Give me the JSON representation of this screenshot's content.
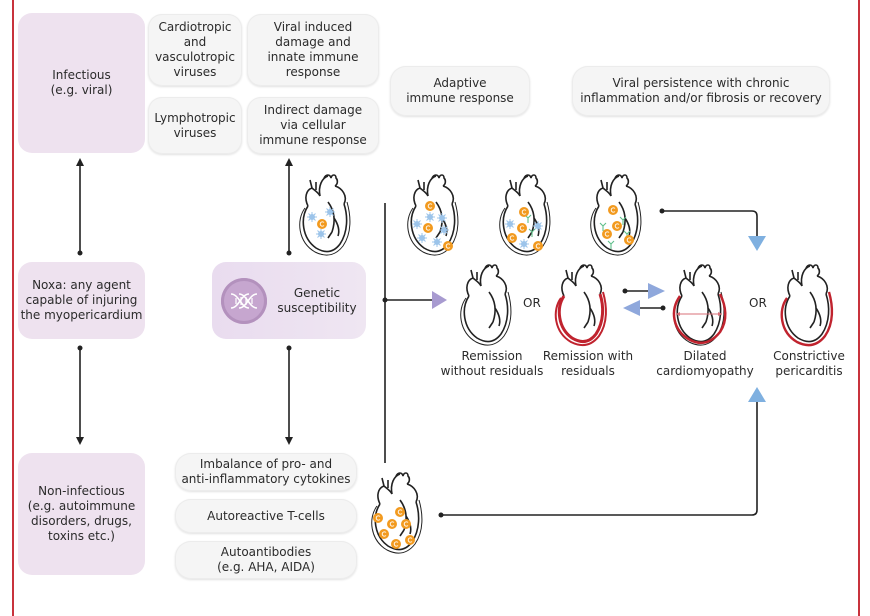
{
  "diagram": {
    "left_column": {
      "infectious": {
        "line1": "Infectious",
        "line2": "(e.g. viral)"
      },
      "noxa": {
        "line1": "Noxa: any agent",
        "line2": "capable of injuring",
        "line3": "the myopericardium"
      },
      "non_infectious": {
        "line1": "Non-infectious",
        "line2": "(e.g. autoimmune",
        "line3": "disorders, drugs,",
        "line4": "toxins etc.)"
      }
    },
    "viruses": {
      "cardiotropic": {
        "line1": "Cardiotropic",
        "line2": "and",
        "line3": "vasculotropic",
        "line4": "viruses"
      },
      "lymphotropic": {
        "line1": "Lymphotropic",
        "line2": "viruses"
      }
    },
    "mechanisms": {
      "viral_induced": {
        "line1": "Viral induced",
        "line2": "damage and",
        "line3": "innate immune",
        "line4": "response"
      },
      "indirect": {
        "line1": "Indirect damage",
        "line2": "via cellular",
        "line3": "immune response"
      }
    },
    "phases": {
      "adaptive": {
        "line1": "Adaptive",
        "line2": "immune response"
      },
      "persistence": {
        "line1": "Viral persistence with chronic",
        "line2": "inflammation and/or fibrosis or recovery"
      }
    },
    "genetic": {
      "line1": "Genetic",
      "line2": "susceptibility",
      "icon": "dna-icon"
    },
    "autoimmune_factors": [
      {
        "line1": "Imbalance of pro- and",
        "line2": "anti-inflammatory cytokines"
      },
      {
        "line1": "Autoreactive T-cells"
      },
      {
        "line1": "Autoantibodies",
        "line2": "(e.g. AHA, AIDA)"
      }
    ],
    "outcomes": [
      {
        "line1": "Remission",
        "line2": "without residuals"
      },
      {
        "line1": "Remission with",
        "line2": "residuals"
      },
      {
        "line1": "Dilated",
        "line2": "cardiomyopathy"
      },
      {
        "line1": "Constrictive",
        "line2": "pericarditis"
      }
    ],
    "or_label": "OR",
    "colors": {
      "frame": "#c8323c",
      "pink_box": "#eee2ef",
      "grey_box": "#f5f5f5",
      "virus": "#7fb2e0",
      "lymphocyte": "#f29a1f",
      "antibody": "#5fbf8a",
      "residual_red": "#c0232e",
      "arrow_blue": "#7fb0e0",
      "arrow_purple": "#a89bd0"
    }
  }
}
